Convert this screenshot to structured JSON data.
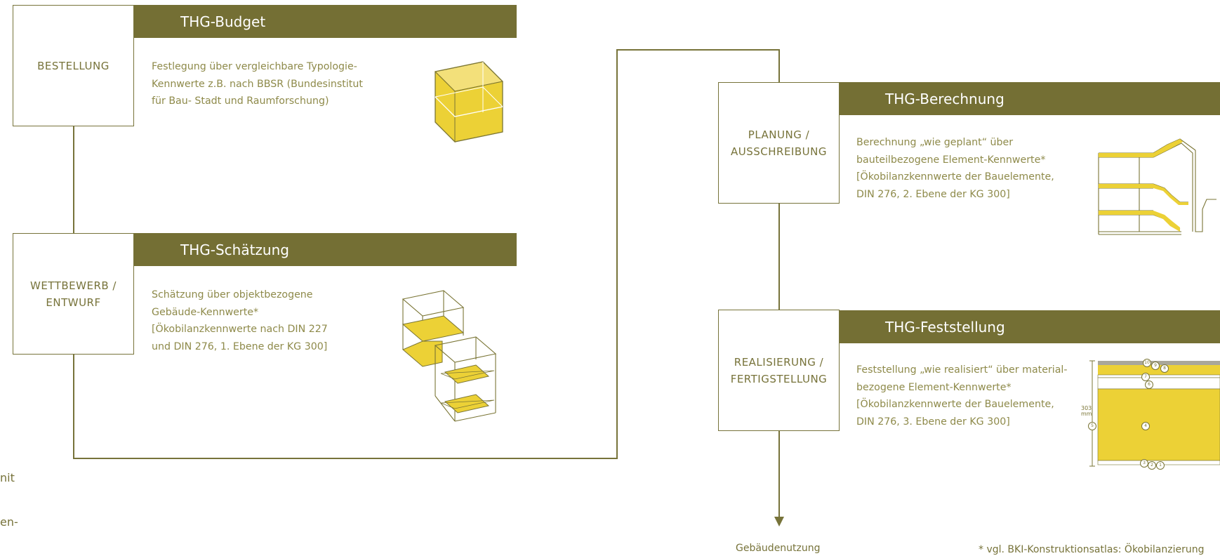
{
  "phases": [
    {
      "id": "bestellung",
      "label": "BESTELLUNG",
      "bar_title": "THG-Budget",
      "description": "Festlegung über vergleichbare Typologie-\nKennwerte z.B. nach BBSR (Bundesinstitut\nfür Bau- Stadt und Raumforschung)"
    },
    {
      "id": "wettbewerb",
      "label": "WETTBEWERB /\nENTWURF",
      "bar_title": "THG-Schätzung",
      "description": "Schätzung über objektbezogene\nGebäude-Kennwerte*\n[Ökobilanzkennwerte nach DIN 227\nund DIN 276, 1. Ebene der KG 300]"
    },
    {
      "id": "planung",
      "label": "PLANUNG /\nAUSSCHREIBUNG",
      "bar_title": "THG-Berechnung",
      "description": "Berechnung „wie geplant“ über\nbauteilbezogene Element-Kennwerte*\n[Ökobilanzkennwerte der Bauelemente,\nDIN 276, 2. Ebene der KG 300]"
    },
    {
      "id": "realisierung",
      "label": "REALISIERUNG /\nFERTIGSTELLUNG",
      "bar_title": "THG-Feststellung",
      "description": "Feststellung „wie realisiert“ über material-\nbezogene Element-Kennwerte*\n[Ökobilanzkennwerte der Bauelemente,\nDIN 276, 3. Ebene der KG 300]"
    }
  ],
  "end_label": "Gebäudenutzung",
  "footnote": "* vgl. BKI-Konstruktionsatlas: Ökobilanzierung",
  "left_fragments": [
    "nit",
    "en-"
  ],
  "layer_diagram": {
    "dimension": "303\nmm",
    "numbers": [
      "10",
      "9",
      "8",
      "7",
      "6",
      "5",
      "4",
      "3",
      "2",
      "1"
    ]
  },
  "colors": {
    "olive": "#746f34",
    "yellow": "#ecd136",
    "text": "#8e8a4a"
  }
}
